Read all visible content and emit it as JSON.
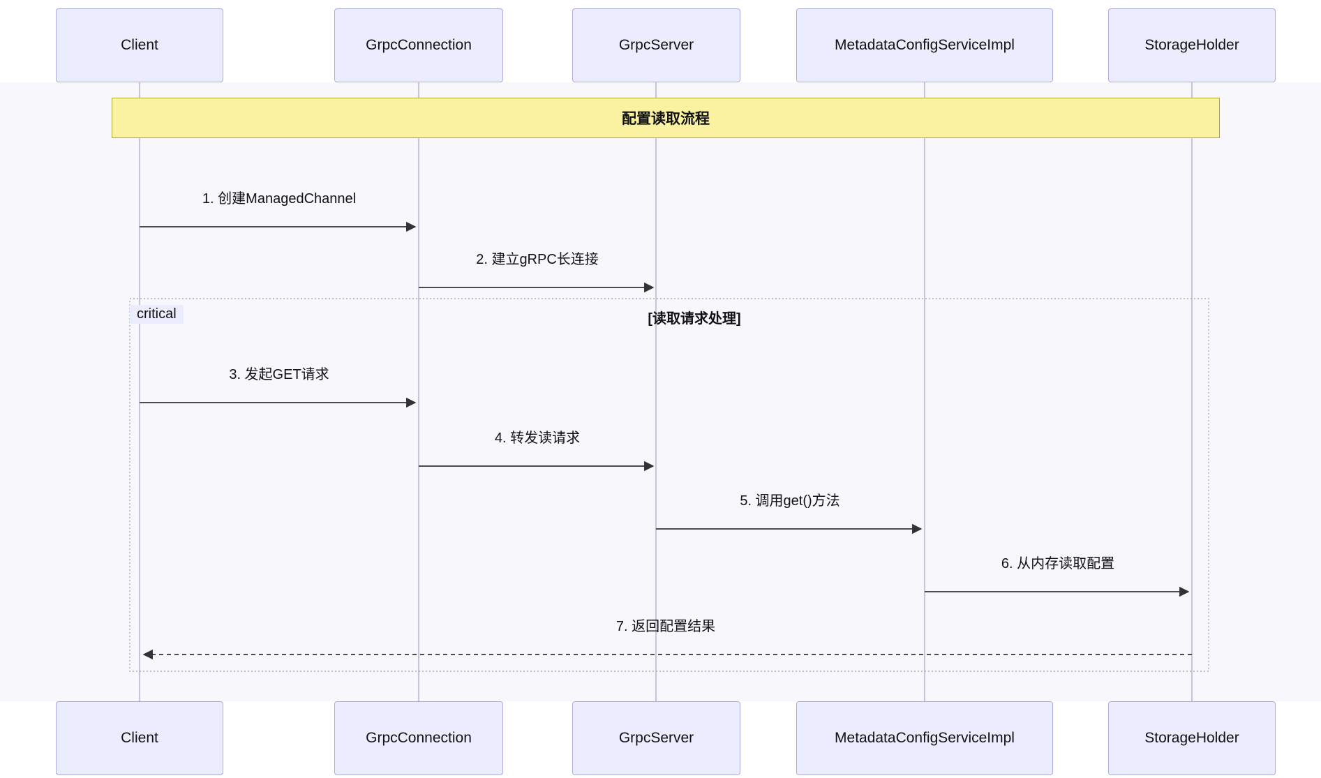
{
  "diagram": {
    "type": "sequence",
    "title": "配置读取流程",
    "participants": [
      {
        "name": "Client"
      },
      {
        "name": "GrpcConnection"
      },
      {
        "name": "GrpcServer"
      },
      {
        "name": "MetadataConfigServiceImpl"
      },
      {
        "name": "StorageHolder"
      }
    ],
    "critical_block": {
      "label": "critical",
      "condition": "[读取请求处理]"
    },
    "messages": [
      {
        "text": "1. 创建ManagedChannel",
        "from": "Client",
        "to": "GrpcConnection",
        "line": "solid"
      },
      {
        "text": "2. 建立gRPC长连接",
        "from": "GrpcConnection",
        "to": "GrpcServer",
        "line": "solid"
      },
      {
        "text": "3. 发起GET请求",
        "from": "Client",
        "to": "GrpcConnection",
        "line": "solid"
      },
      {
        "text": "4. 转发读请求",
        "from": "GrpcConnection",
        "to": "GrpcServer",
        "line": "solid"
      },
      {
        "text": "5. 调用get()方法",
        "from": "GrpcServer",
        "to": "MetadataConfigServiceImpl",
        "line": "solid"
      },
      {
        "text": "6. 从内存读取配置",
        "from": "MetadataConfigServiceImpl",
        "to": "StorageHolder",
        "line": "solid"
      },
      {
        "text": "7. 返回配置结果",
        "from": "StorageHolder",
        "to": "Client",
        "line": "dashed"
      }
    ],
    "colors": {
      "participant_fill": "#ECECFF",
      "participant_border": "#ABABDE",
      "title_fill": "#FAF2A1",
      "title_border": "#AAAA33",
      "arrow": "#333333",
      "lifeline": "#C6C6DA"
    }
  }
}
